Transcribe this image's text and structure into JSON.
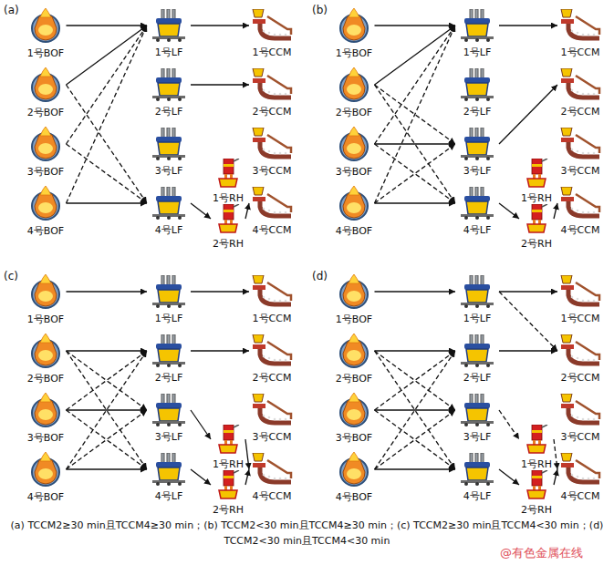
{
  "diagram": {
    "caption": "(a) TCCM2≥30 min且TCCM4≥30 min；(b) TCCM2<30 min且TCCM4≥30 min；(c) TCCM2≥30 min且TCCM4<30 min；(d) TCCM2<30 min且TCCM4<30 min",
    "nodes": [
      {
        "text": [
          "1号BOF"
        ]
      },
      {
        "text": [
          "1号LF"
        ]
      },
      {
        "text": [
          "1号CCM"
        ]
      },
      {
        "text": [
          "2号BOF"
        ]
      },
      {
        "text": [
          "2号LF"
        ]
      },
      {
        "text": [
          "2号CCM"
        ]
      },
      {
        "text": [
          "3号BOF"
        ]
      },
      {
        "text": [
          "3号LF"
        ]
      },
      {
        "text": [
          "1号RH"
        ]
      },
      {
        "text": [
          "3号CCM"
        ]
      },
      {
        "text": [
          "4号BOF"
        ]
      },
      {
        "text": [
          "4号LF"
        ]
      },
      {
        "text": [
          "2号RH"
        ]
      },
      {
        "text": [
          "4号CCM"
        ]
      },
      {
        "text": [
          "1号BOF"
        ]
      },
      {
        "text": [
          "1号LF"
        ]
      },
      {
        "text": [
          "1号CCM"
        ]
      },
      {
        "text": [
          "2号BOF"
        ]
      },
      {
        "text": [
          "2号LF"
        ]
      },
      {
        "text": [
          "2号CCM"
        ]
      },
      {
        "text": [
          "3号BOF"
        ]
      },
      {
        "text": [
          "3号LF"
        ]
      },
      {
        "text": [
          "1号RH"
        ]
      },
      {
        "text": [
          "3号CCM"
        ]
      },
      {
        "text": [
          "4号BOF"
        ]
      },
      {
        "text": [
          "4号LF"
        ]
      },
      {
        "text": [
          "2号RH"
        ]
      },
      {
        "text": [
          "4号CCM"
        ]
      },
      {
        "text": [
          "1号BOF"
        ]
      },
      {
        "text": [
          "1号LF"
        ]
      },
      {
        "text": [
          "1号CCM"
        ]
      },
      {
        "text": [
          "2号BOF"
        ]
      },
      {
        "text": [
          "2号LF"
        ]
      },
      {
        "text": [
          "2号CCM"
        ]
      },
      {
        "text": [
          "3号BOF"
        ]
      },
      {
        "text": [
          "3号LF"
        ]
      },
      {
        "text": [
          "1号RH"
        ]
      },
      {
        "text": [
          "3号CCM"
        ]
      },
      {
        "text": [
          "4号BOF"
        ]
      },
      {
        "text": [
          "4号LF"
        ]
      },
      {
        "text": [
          "2号RH"
        ]
      },
      {
        "text": [
          "4号CCM"
        ]
      },
      {
        "text": [
          "1号BOF"
        ]
      },
      {
        "text": [
          "1号LF"
        ]
      },
      {
        "text": [
          "1号CCM"
        ]
      },
      {
        "text": [
          "2号BOF"
        ]
      },
      {
        "text": [
          "2号LF"
        ]
      },
      {
        "text": [
          "2号CCM"
        ]
      },
      {
        "text": [
          "3号BOF"
        ]
      },
      {
        "text": [
          "3号LF"
        ]
      },
      {
        "text": [
          "1号RH"
        ]
      },
      {
        "text": [
          "3号CCM"
        ]
      },
      {
        "text": [
          "4号BOF"
        ]
      },
      {
        "text": [
          "4号LF"
        ]
      },
      {
        "text": [
          "2号RH"
        ]
      },
      {
        "text": [
          "4号CCM"
        ]
      }
    ],
    "edges": [
      {
        "from": 0,
        "to": 1,
        "arrow": "to"
      },
      {
        "from": 3,
        "to": 1,
        "arrow": "to"
      },
      {
        "from": 3,
        "to": 11,
        "arrow": "to"
      },
      {
        "from": 6,
        "to": 1,
        "arrow": "to"
      },
      {
        "from": 6,
        "to": 11,
        "arrow": "to"
      },
      {
        "from": 10,
        "to": 1,
        "arrow": "to"
      },
      {
        "from": 10,
        "to": 11,
        "arrow": "to"
      },
      {
        "from": 1,
        "to": 2,
        "arrow": "to"
      },
      {
        "from": 4,
        "to": 5,
        "arrow": "to"
      },
      {
        "from": 11,
        "to": 12,
        "arrow": "to"
      },
      {
        "from": 12,
        "to": 13,
        "arrow": "to"
      },
      {
        "from": 14,
        "to": 15,
        "arrow": "to"
      },
      {
        "from": 17,
        "to": 15,
        "arrow": "to"
      },
      {
        "from": 17,
        "to": 21,
        "arrow": "to"
      },
      {
        "from": 17,
        "to": 25,
        "arrow": "to"
      },
      {
        "from": 20,
        "to": 15,
        "arrow": "to"
      },
      {
        "from": 20,
        "to": 21,
        "arrow": "to"
      },
      {
        "from": 20,
        "to": 25,
        "arrow": "to"
      },
      {
        "from": 24,
        "to": 15,
        "arrow": "to"
      },
      {
        "from": 24,
        "to": 21,
        "arrow": "to"
      },
      {
        "from": 24,
        "to": 25,
        "arrow": "to"
      },
      {
        "from": 15,
        "to": 16,
        "arrow": "to"
      },
      {
        "from": 21,
        "to": 19,
        "arrow": "to"
      },
      {
        "from": 25,
        "to": 26,
        "arrow": "to"
      },
      {
        "from": 26,
        "to": 27,
        "arrow": "to"
      },
      {
        "from": 28,
        "to": 29,
        "arrow": "to"
      },
      {
        "from": 31,
        "to": 32,
        "arrow": "to"
      },
      {
        "from": 31,
        "to": 35,
        "arrow": "to"
      },
      {
        "from": 31,
        "to": 39,
        "arrow": "to"
      },
      {
        "from": 34,
        "to": 32,
        "arrow": "to"
      },
      {
        "from": 34,
        "to": 35,
        "arrow": "to"
      },
      {
        "from": 34,
        "to": 39,
        "arrow": "to"
      },
      {
        "from": 38,
        "to": 32,
        "arrow": "to"
      },
      {
        "from": 38,
        "to": 35,
        "arrow": "to"
      },
      {
        "from": 38,
        "to": 39,
        "arrow": "to"
      },
      {
        "from": 29,
        "to": 30,
        "arrow": "to"
      },
      {
        "from": 32,
        "to": 33,
        "arrow": "to"
      },
      {
        "from": 35,
        "to": 36,
        "arrow": "to"
      },
      {
        "from": 36,
        "to": 41,
        "arrow": "to"
      },
      {
        "from": 39,
        "to": 40,
        "arrow": "to"
      },
      {
        "from": 40,
        "to": 41,
        "arrow": "to"
      },
      {
        "from": 42,
        "to": 43,
        "arrow": "to"
      },
      {
        "from": 45,
        "to": 46,
        "arrow": "to"
      },
      {
        "from": 45,
        "to": 49,
        "arrow": "to"
      },
      {
        "from": 45,
        "to": 53,
        "arrow": "to"
      },
      {
        "from": 48,
        "to": 46,
        "arrow": "to"
      },
      {
        "from": 48,
        "to": 49,
        "arrow": "to"
      },
      {
        "from": 48,
        "to": 53,
        "arrow": "to"
      },
      {
        "from": 52,
        "to": 46,
        "arrow": "to"
      },
      {
        "from": 52,
        "to": 49,
        "arrow": "to"
      },
      {
        "from": 52,
        "to": 53,
        "arrow": "to"
      },
      {
        "from": 43,
        "to": 44,
        "arrow": "to"
      },
      {
        "from": 43,
        "to": 47,
        "arrow": "to"
      },
      {
        "from": 46,
        "to": 47,
        "arrow": "to"
      },
      {
        "from": 49,
        "to": 50,
        "arrow": "to"
      },
      {
        "from": 50,
        "to": 55,
        "arrow": "to"
      },
      {
        "from": 53,
        "to": 54,
        "arrow": "to"
      },
      {
        "from": 54,
        "to": 55,
        "arrow": "to"
      }
    ],
    "labels": [
      "(a)",
      "(b)",
      "(c)",
      "(d)",
      "@有色金属在线"
    ]
  }
}
